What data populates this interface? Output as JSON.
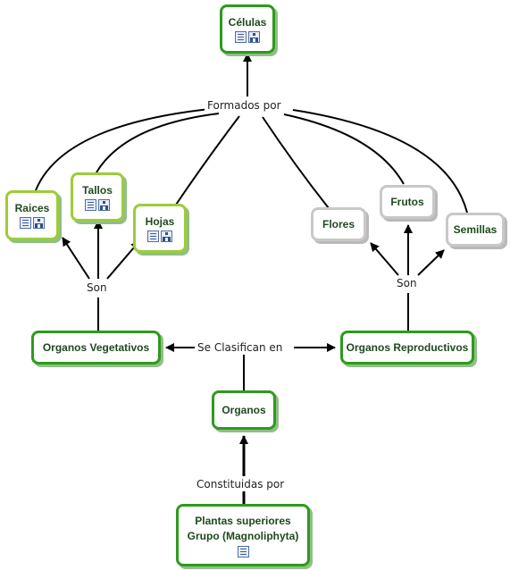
{
  "concepts": {
    "celulas": "Células",
    "raices": "Raices",
    "tallos": "Tallos",
    "hojas": "Hojas",
    "flores": "Flores",
    "frutos": "Frutos",
    "semillas": "Semillas",
    "organos_vegetativos": "Organos Vegetativos",
    "organos_reproductivos": "Organos Reproductivos",
    "organos": "Organos",
    "plantas_superiores": "Plantas superiores",
    "grupo_magnoliphyta": "Grupo (Magnoliphyta)"
  },
  "linking_phrases": {
    "formados_por": "Formados por",
    "son_left": "Son",
    "son_right": "Son",
    "se_clasifican_en": "Se Clasifican en",
    "constituidas_por": "Constituidas por"
  },
  "icons": [
    "document-icon",
    "concept-map-icon"
  ],
  "colors": {
    "green_border": "#2e9a1e",
    "gray_border": "#c8c8c8",
    "text": "#1d4a1d",
    "arrow": "#000000"
  }
}
